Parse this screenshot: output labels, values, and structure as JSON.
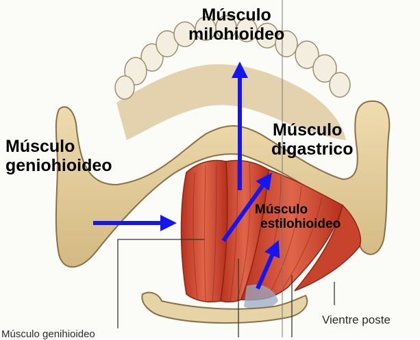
{
  "labels": {
    "milohioideo": {
      "line1": "Músculo",
      "line2": "milohioideo"
    },
    "digastrico": {
      "line1": "Músculo",
      "line2": "digastrico"
    },
    "geniohioideo": {
      "line1": "Músculo",
      "line2": "geniohioideo"
    },
    "estilohioideo": {
      "line1": "Músculo",
      "line2": "estilohioideo"
    }
  },
  "printed_text": {
    "bottom_left": "Músculo genihioideo",
    "bottom_right": "Vientre poste"
  },
  "colors": {
    "arrow": "#1515f0",
    "bone": "#e2cd9c",
    "muscle": "#c9432c",
    "page_background": "#fbfbf7"
  },
  "icons": [
    "mandible-illustration",
    "teeth-illustration",
    "muscle-fibers",
    "hyoid-bone",
    "arrow-icon"
  ]
}
